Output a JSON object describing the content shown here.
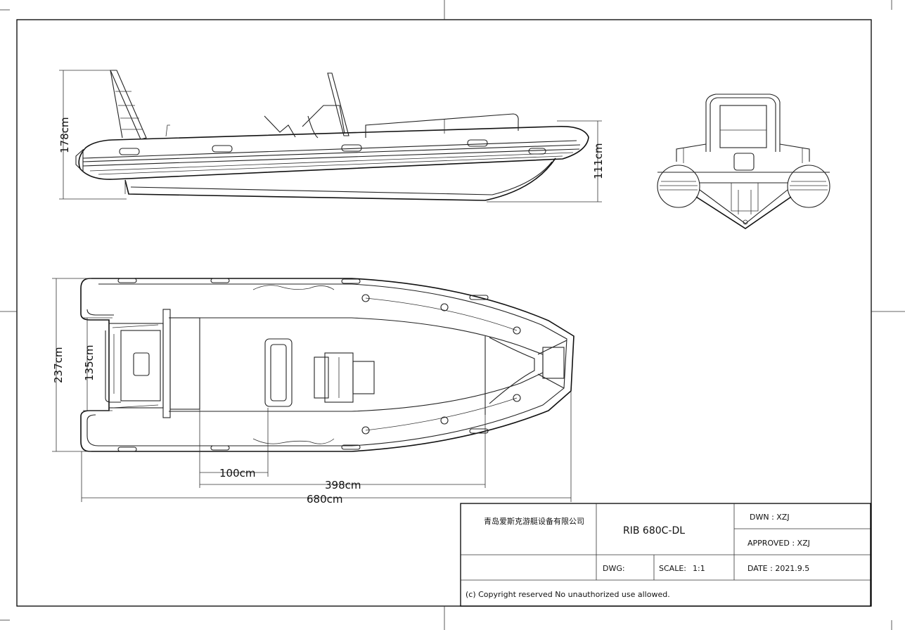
{
  "dimensions": {
    "side_height": "178cm",
    "side_hull_depth": "111cm",
    "plan_beam": "237cm",
    "plan_inner_beam": "135cm",
    "plan_console_offset": "100cm",
    "plan_inner_length": "398cm",
    "plan_overall_length": "680cm"
  },
  "title_block": {
    "company": "青岛爱斯克游艇设备有限公司",
    "model": "RIB 680C-DL",
    "drawn_by": "DWN :  XZJ",
    "approved_by": "APPROVED :  XZJ",
    "dwg_label": "DWG:",
    "scale_label": "SCALE:",
    "scale_value": "1:1",
    "date": "DATE :  2021.9.5",
    "copyright": "(c) Copyright reserved  No unauthorized use allowed."
  }
}
